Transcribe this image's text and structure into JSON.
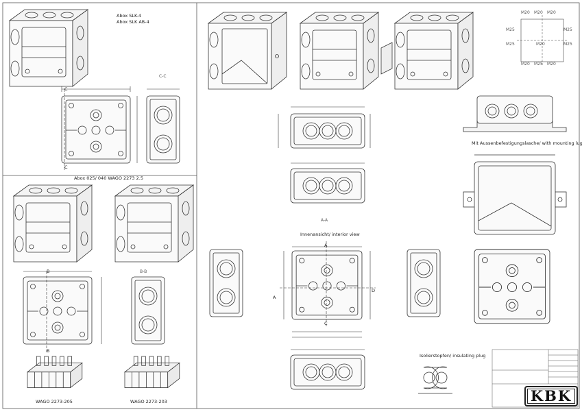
{
  "titles": {
    "abox_slk": "Abox SLK-4",
    "abox_slk_ab": "Abox SLK AB-4",
    "abox_wago": "Abox 025/ 040 WAGO 2273 2.5",
    "wago_205": "WAGO 2273-205",
    "wago_203": "WAGO 2273-203",
    "interior_view": "Innenansicht/ interior view",
    "mounting_lug": "Mit Aussenbefestigungslasche/ with mounting lug",
    "insulating_plug": "Isolierstopfen/ insulating plug"
  },
  "section_labels": {
    "cc": "C-C",
    "bb": "B-B",
    "aa": "A-A",
    "a": "A",
    "b": "B",
    "c": "C",
    "d": "D"
  },
  "entry_diagram": {
    "top": [
      "M20",
      "M20",
      "M20"
    ],
    "left": [
      "M25",
      "M25"
    ],
    "right": [
      "M25",
      "M25"
    ],
    "center": "M20",
    "bottom": [
      "M20",
      "M25",
      "M20"
    ]
  },
  "logo": "KBK",
  "colors": {
    "line": "#333333",
    "frame": "#555555",
    "background": "#ffffff"
  }
}
